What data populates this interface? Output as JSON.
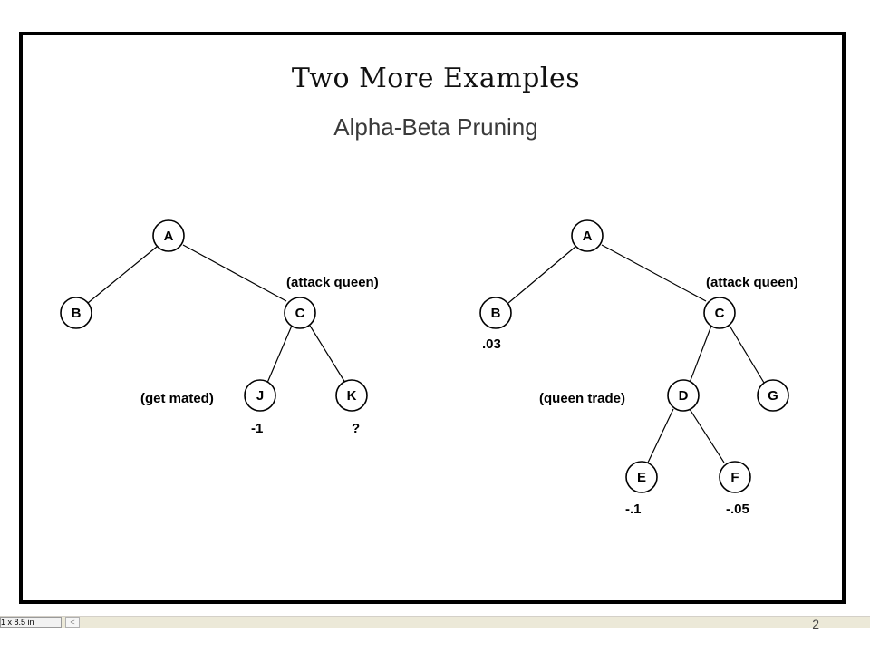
{
  "slide": {
    "title": "Two More Examples",
    "subtitle": "Alpha-Beta Pruning",
    "page_number": "2"
  },
  "statusbar": {
    "size_text": "1 x 8.5 in",
    "arrow_glyph": "<"
  },
  "trees": [
    {
      "id": "left",
      "nodes": [
        {
          "id": "A",
          "label": "A"
        },
        {
          "id": "B",
          "label": "B"
        },
        {
          "id": "C",
          "label": "C"
        },
        {
          "id": "J",
          "label": "J"
        },
        {
          "id": "K",
          "label": "K"
        }
      ],
      "edges": [
        [
          "A",
          "B"
        ],
        [
          "A",
          "C"
        ],
        [
          "C",
          "J"
        ],
        [
          "C",
          "K"
        ]
      ],
      "annotations": [
        {
          "node": "C",
          "text": "(attack queen)"
        },
        {
          "node": "J",
          "text": "(get mated)"
        },
        {
          "node": "J",
          "text": "-1"
        },
        {
          "node": "K",
          "text": "?"
        }
      ]
    },
    {
      "id": "right",
      "nodes": [
        {
          "id": "A",
          "label": "A"
        },
        {
          "id": "B",
          "label": "B"
        },
        {
          "id": "C",
          "label": "C"
        },
        {
          "id": "D",
          "label": "D"
        },
        {
          "id": "G",
          "label": "G"
        },
        {
          "id": "E",
          "label": "E"
        },
        {
          "id": "F",
          "label": "F"
        }
      ],
      "edges": [
        [
          "A",
          "B"
        ],
        [
          "A",
          "C"
        ],
        [
          "C",
          "D"
        ],
        [
          "C",
          "G"
        ],
        [
          "D",
          "E"
        ],
        [
          "D",
          "F"
        ]
      ],
      "annotations": [
        {
          "node": "C",
          "text": "(attack queen)"
        },
        {
          "node": "B",
          "text": ".03"
        },
        {
          "node": "D",
          "text": "(queen trade)"
        },
        {
          "node": "E",
          "text": "-.1"
        },
        {
          "node": "F",
          "text": "-.05"
        }
      ]
    }
  ]
}
